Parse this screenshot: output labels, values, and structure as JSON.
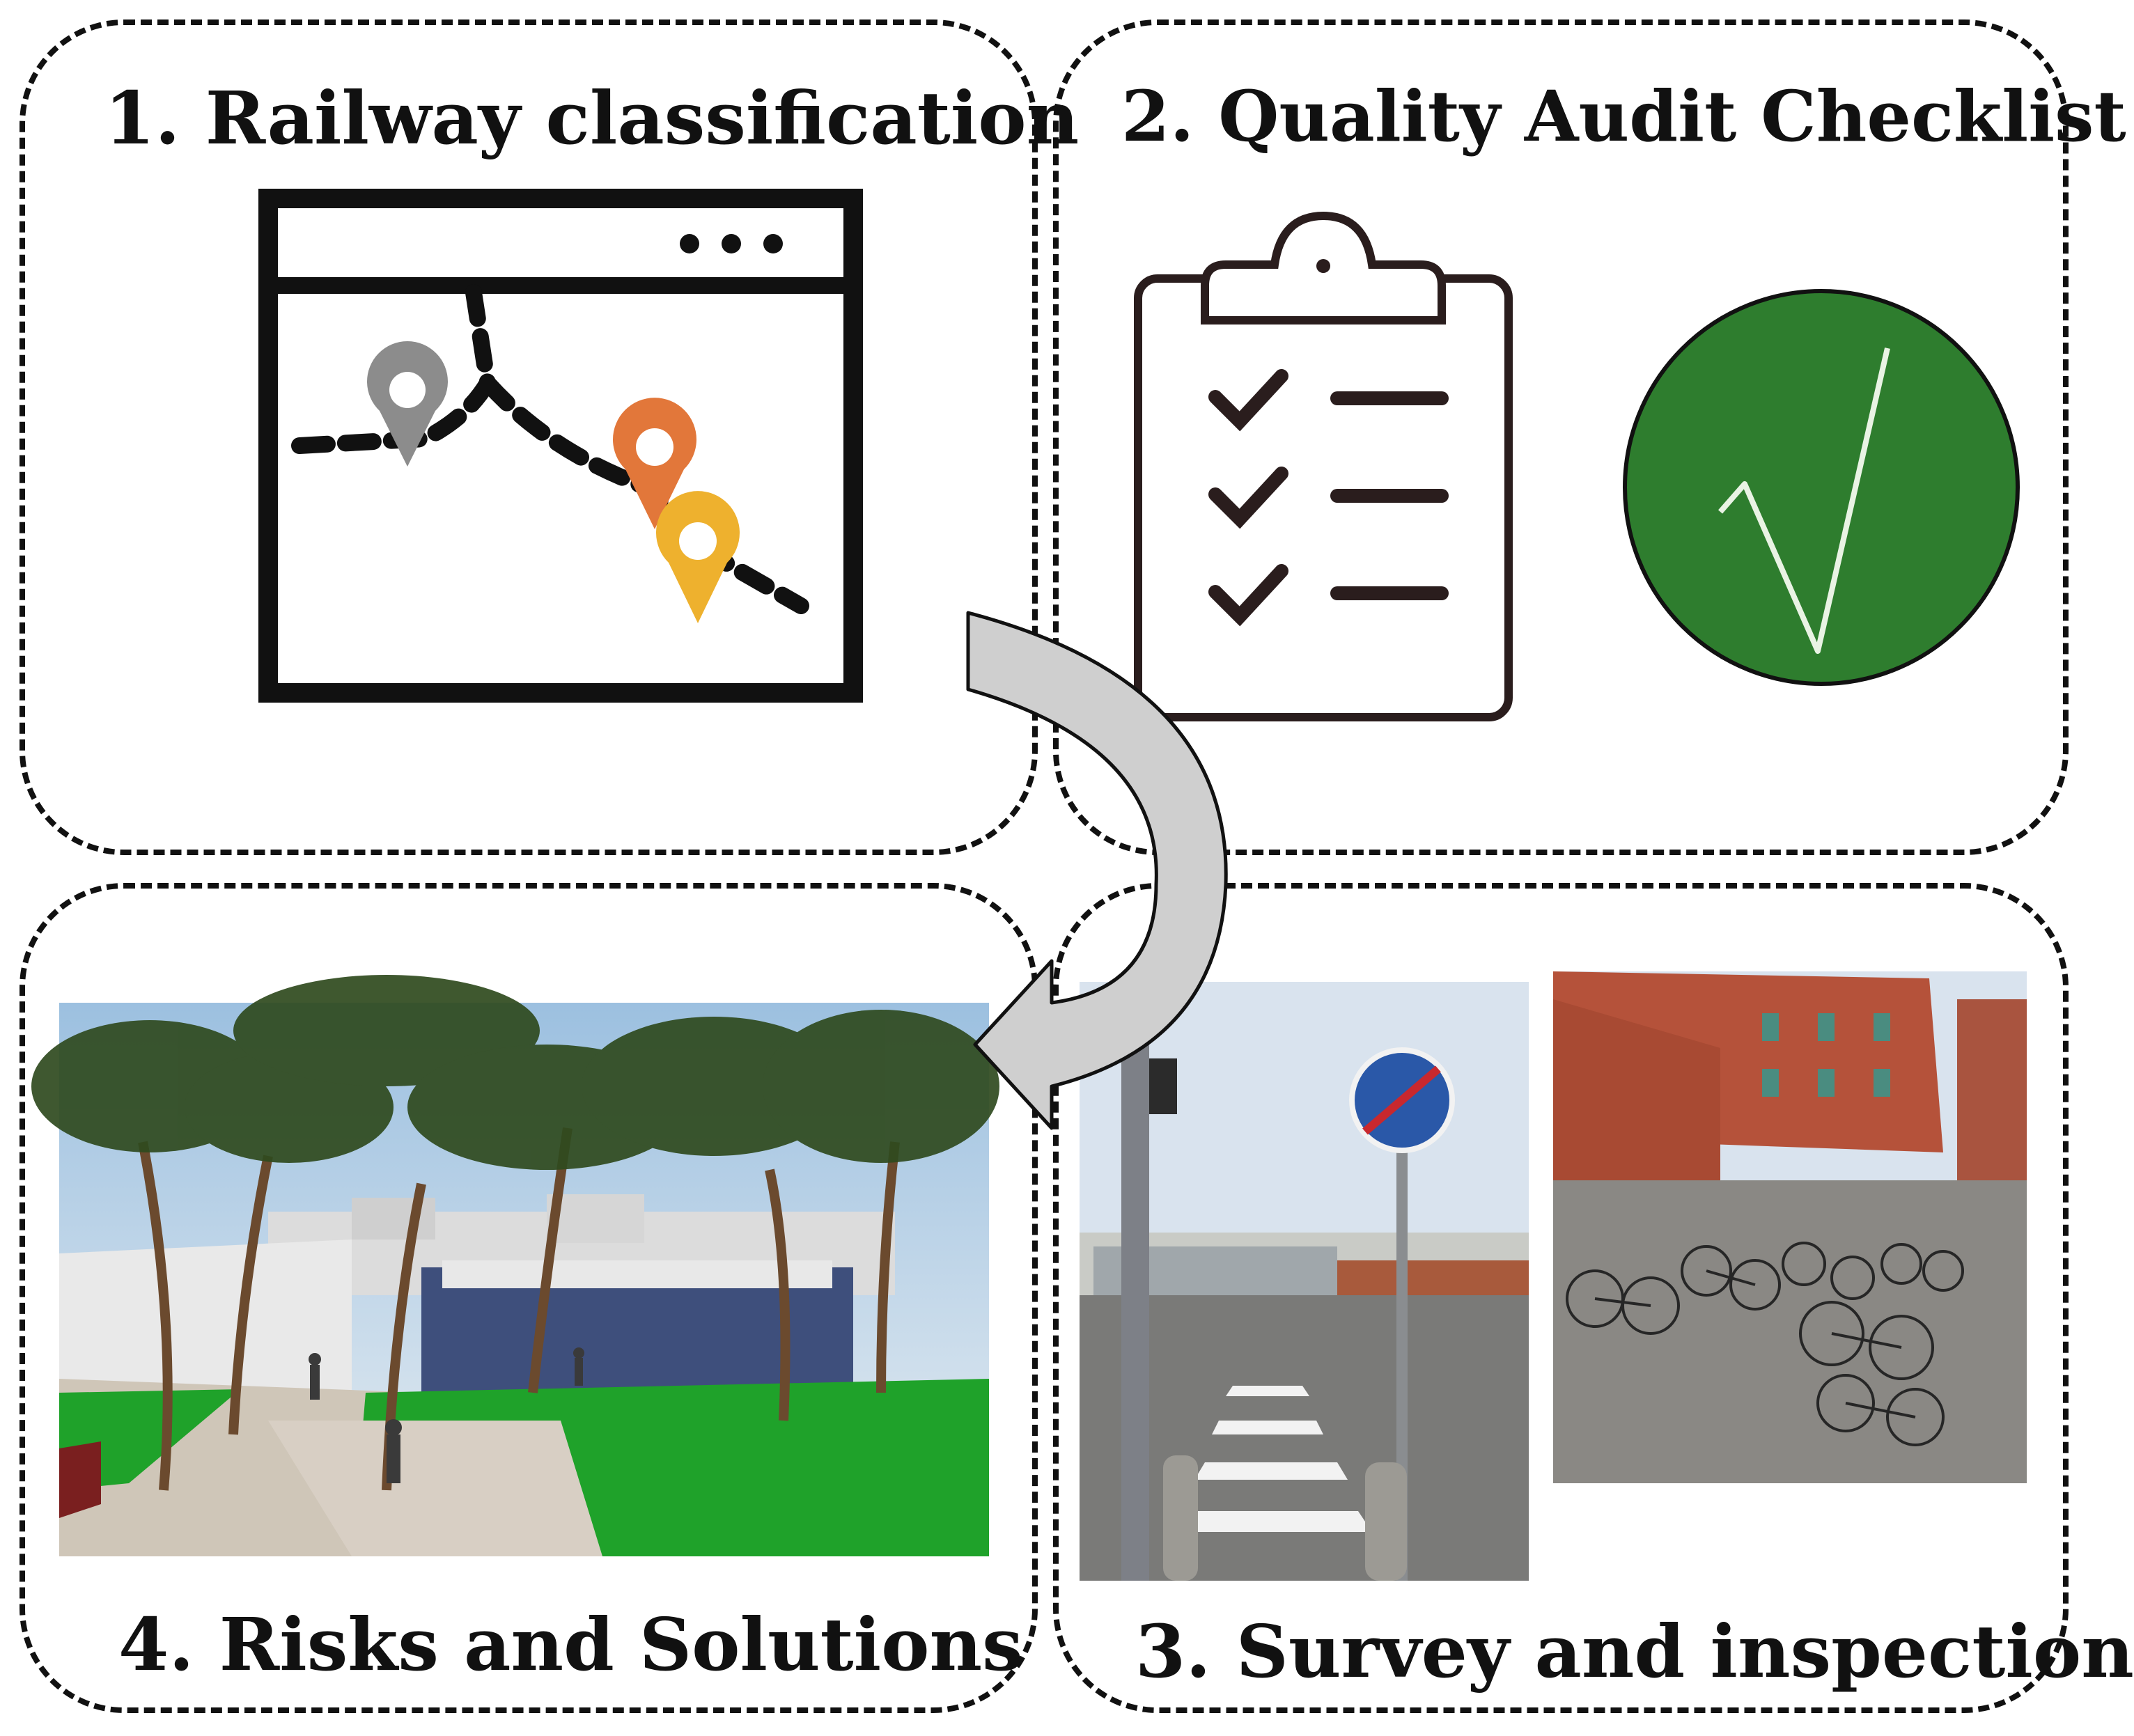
{
  "panels": {
    "railway_classification": {
      "title": "1. Railway classification"
    },
    "quality_audit_checklist": {
      "title": "2. Quality Audit Checklist"
    },
    "survey_inspection": {
      "title": "3. Survey and inspection"
    },
    "risks_solutions": {
      "title": "4. Risks and Solutions"
    }
  },
  "colors": {
    "pin_gray": "#8c8c8c",
    "pin_orange": "#e2773a",
    "pin_yellow": "#eeb12e",
    "check_circle": "#2e7d2e",
    "arrow_fill": "#cfcfcf",
    "lawn_green": "#1fa22a",
    "brick": "#b5523a",
    "sky": "#d9e3ee"
  },
  "icons": [
    "browser-window-icon",
    "map-pin-icon",
    "clipboard-checklist-icon",
    "checkmark-circle-icon",
    "curved-arrow-icon"
  ]
}
